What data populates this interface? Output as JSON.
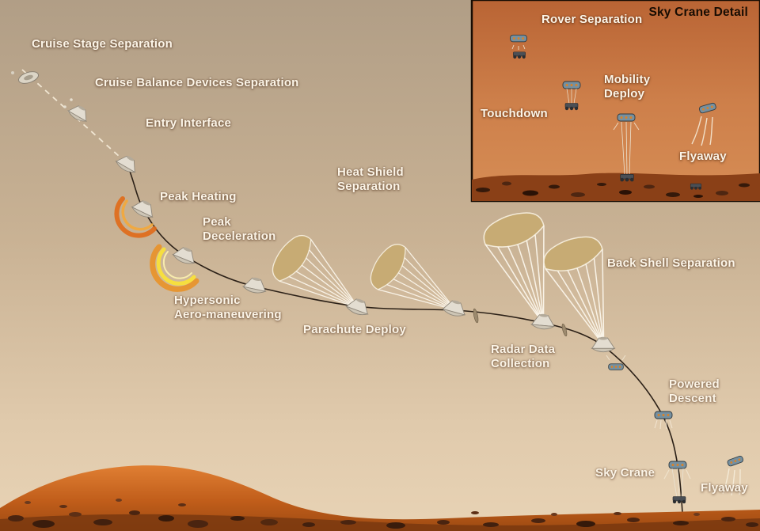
{
  "colors": {
    "sky_top": "#b19e86",
    "sky_bottom": "#e8d3b5",
    "terrain_orange": "#d2691e",
    "terrain_dark": "#7c3a10",
    "rock_brown": "#4a2410",
    "inset_background": "#cd7f4a",
    "label_text": "#fcf5e8",
    "inset_title_text": "#170c02",
    "peak_heating_glow": "#df6b1a",
    "peak_deceleration_glow": "#f8e03a",
    "trajectory_line": "#2b2017"
  },
  "icons": {
    "cruise-stage-icon": "svg-ring",
    "entry-capsule-icon": "svg-aeroshell-cone",
    "parachute-icon": "svg-canopy-with-fan-lines",
    "heat-shield-icon": "svg-thin-disc",
    "descent-stage-icon": "svg-jetpack-body",
    "rover-icon": "svg-rover-with-wheels",
    "peak-heating-glow": "svg-orange-arc",
    "peak-deceleration-glow": "svg-yellow-arc"
  },
  "labels": [
    {
      "id": "cruise-stage-separation",
      "text": "Cruise Stage Separation"
    },
    {
      "id": "cruise-balance-devices-separation",
      "text": "Cruise Balance Devices Separation"
    },
    {
      "id": "entry-interface",
      "text": "Entry Interface"
    },
    {
      "id": "peak-heating",
      "text": "Peak Heating"
    },
    {
      "id": "peak-deceleration",
      "text": "Peak\nDeceleration"
    },
    {
      "id": "hypersonic-aero-maneuvering",
      "text": "Hypersonic\nAero-maneuvering"
    },
    {
      "id": "heat-shield-separation",
      "text": "Heat Shield\nSeparation"
    },
    {
      "id": "parachute-deploy",
      "text": "Parachute Deploy"
    },
    {
      "id": "radar-data-collection",
      "text": "Radar Data\nCollection"
    },
    {
      "id": "back-shell-separation",
      "text": "Back Shell Separation"
    },
    {
      "id": "powered-descent",
      "text": "Powered\nDescent"
    },
    {
      "id": "sky-crane",
      "text": "Sky Crane"
    },
    {
      "id": "flyaway",
      "text": "Flyaway"
    }
  ],
  "inset": {
    "title": "Sky Crane Detail",
    "labels": [
      {
        "id": "rover-separation",
        "text": "Rover Separation"
      },
      {
        "id": "mobility-deploy",
        "text": "Mobility\nDeploy"
      },
      {
        "id": "touchdown",
        "text": "Touchdown"
      },
      {
        "id": "flyaway-detail",
        "text": "Flyaway"
      }
    ]
  }
}
